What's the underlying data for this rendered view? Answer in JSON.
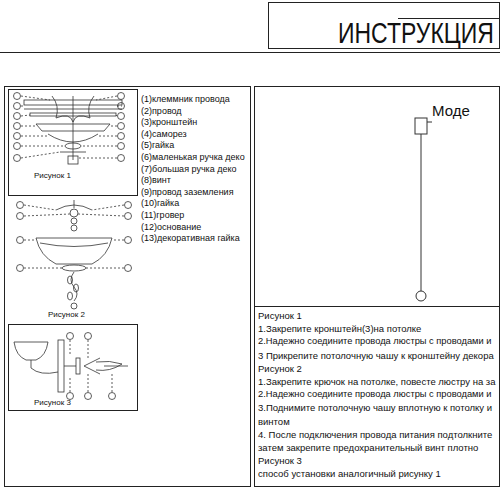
{
  "diagram": {
    "title": "ИНСТРУКЦИЯ",
    "labels": [
      "(1)клеммник провода",
      "(2)провод",
      "(3)кронштейн",
      "(4)саморез",
      "(5)гайка",
      "(6)маленькая ручка деко",
      "(7)большая ручка деко",
      "(8)винт",
      "(9)провод заземления",
      "(10)гайка",
      "(11)гровер",
      "(12)основание",
      "(13)декоративная гайка",
      "Рисунок 1",
      "Рисунок 2",
      "Рисунок 3",
      "Моде",
      "Рисунок 1",
      "1.Закрепите кронштейн(3)на потолке",
      "2.Надежно соедините провода люстры с проводами и",
      "3 Прикрепите потолочную чашу к кронштейну декора",
      "Рисунок 2",
      "1.Закрепите крючок на потолке, повесте люстру на за",
      "2.Надежно соедините провода люстры с проводами и",
      "3.Поднимите потолочную чашу вплотную к потолку и",
      "винтом",
      "4.  После подключения провода питания подтолкните",
      "затем закрепите предохранительный винт плотно",
      "Рисунок 3",
      "способ установки аналогичный рисунку 1"
    ]
  }
}
